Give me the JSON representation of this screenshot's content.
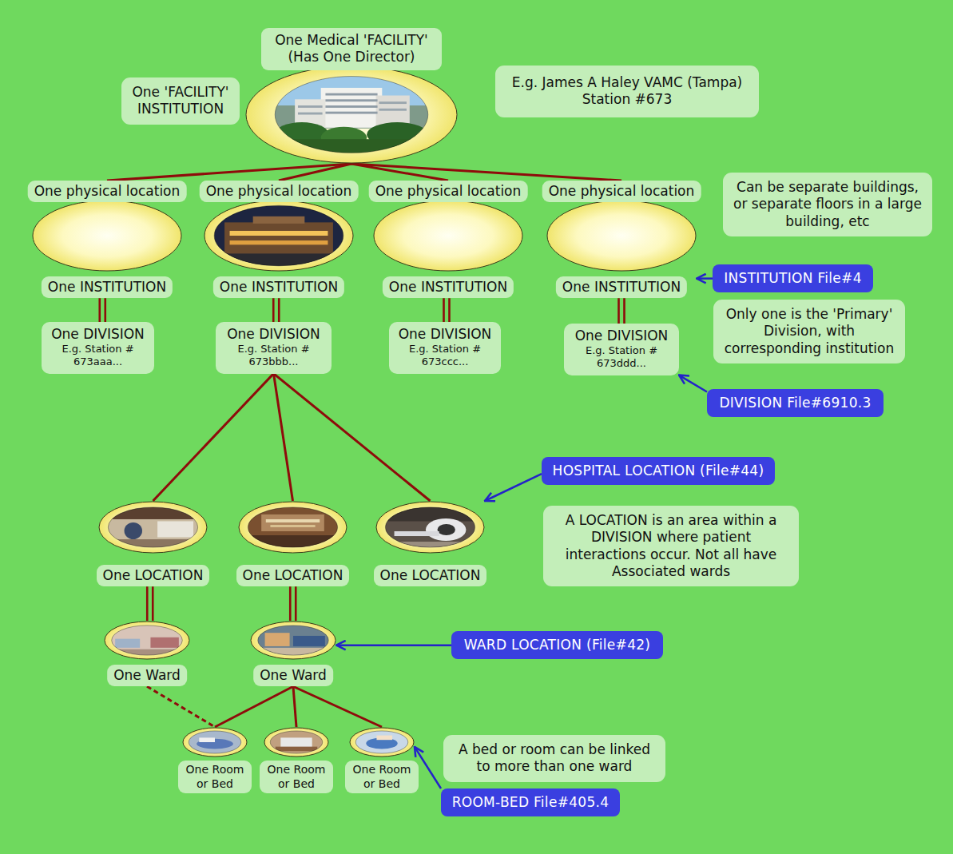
{
  "diagram": {
    "nodes": [
      {
        "text": [
          "One Medical 'FACILITY' (Has One Director)"
        ]
      },
      {
        "text": [
          "One 'FACILITY' INSTITUTION"
        ]
      },
      {
        "text": [
          "E.g. James A Haley VAMC (Tampa) Station #673"
        ]
      },
      {
        "text": [
          "One physical location",
          "One INSTITUTION"
        ]
      },
      {
        "text": [
          "One physical location",
          "One INSTITUTION"
        ]
      },
      {
        "text": [
          "One physical location",
          "One INSTITUTION"
        ]
      },
      {
        "text": [
          "One physical location",
          "One INSTITUTION"
        ]
      },
      {
        "text": [
          "Can be separate buildings, or separate floors in a large building, etc"
        ]
      },
      {
        "text": [
          "INSTITUTION File#4"
        ]
      },
      {
        "text": [
          "Only one is the 'Primary' Division, with corresponding institution"
        ]
      },
      {
        "text": [
          "One DIVISION",
          "E.g. Station # 673aaa..."
        ]
      },
      {
        "text": [
          "One DIVISION",
          "E.g. Station # 673bbb..."
        ]
      },
      {
        "text": [
          "One DIVISION",
          "E.g. Station # 673ccc..."
        ]
      },
      {
        "text": [
          "One DIVISION",
          "E.g. Station # 673ddd..."
        ]
      },
      {
        "text": [
          "DIVISION File#6910.3"
        ]
      },
      {
        "text": [
          "HOSPITAL LOCATION (File#44)"
        ]
      },
      {
        "text": [
          "A LOCATION is an area within a DIVISION where patient interactions occur. Not all have Associated wards"
        ]
      },
      {
        "text": [
          "One LOCATION"
        ]
      },
      {
        "text": [
          "One LOCATION"
        ]
      },
      {
        "text": [
          "One LOCATION"
        ]
      },
      {
        "text": [
          "WARD LOCATION (File#42)"
        ]
      },
      {
        "text": [
          "One Ward"
        ]
      },
      {
        "text": [
          "One Ward"
        ]
      },
      {
        "text": [
          "A bed or room can be linked to more than one ward"
        ]
      },
      {
        "text": [
          "One Room or Bed"
        ]
      },
      {
        "text": [
          "One Room or Bed"
        ]
      },
      {
        "text": [
          "One Room or Bed"
        ]
      },
      {
        "text": [
          "ROOM-BED File#405.4"
        ]
      }
    ],
    "edges": [
      {
        "from": 0,
        "to": 3,
        "arrow": "none"
      },
      {
        "from": 0,
        "to": 4,
        "arrow": "none"
      },
      {
        "from": 0,
        "to": 5,
        "arrow": "none"
      },
      {
        "from": 0,
        "to": 6,
        "arrow": "none"
      },
      {
        "from": 3,
        "to": 10,
        "arrow": "none"
      },
      {
        "from": 4,
        "to": 11,
        "arrow": "none"
      },
      {
        "from": 5,
        "to": 12,
        "arrow": "none"
      },
      {
        "from": 6,
        "to": 13,
        "arrow": "none"
      },
      {
        "from": 8,
        "to": 6,
        "arrow": "to"
      },
      {
        "from": 14,
        "to": 13,
        "arrow": "to"
      },
      {
        "from": 11,
        "to": 17,
        "arrow": "none"
      },
      {
        "from": 11,
        "to": 18,
        "arrow": "none"
      },
      {
        "from": 11,
        "to": 19,
        "arrow": "none"
      },
      {
        "from": 15,
        "to": 19,
        "arrow": "to"
      },
      {
        "from": 17,
        "to": 21,
        "arrow": "none"
      },
      {
        "from": 18,
        "to": 22,
        "arrow": "none"
      },
      {
        "from": 20,
        "to": 22,
        "arrow": "to"
      },
      {
        "from": 21,
        "to": 24,
        "arrow": "none"
      },
      {
        "from": 22,
        "to": 24,
        "arrow": "none"
      },
      {
        "from": 22,
        "to": 25,
        "arrow": "none"
      },
      {
        "from": 22,
        "to": 26,
        "arrow": "none"
      },
      {
        "from": 27,
        "to": 26,
        "arrow": "to"
      }
    ]
  }
}
